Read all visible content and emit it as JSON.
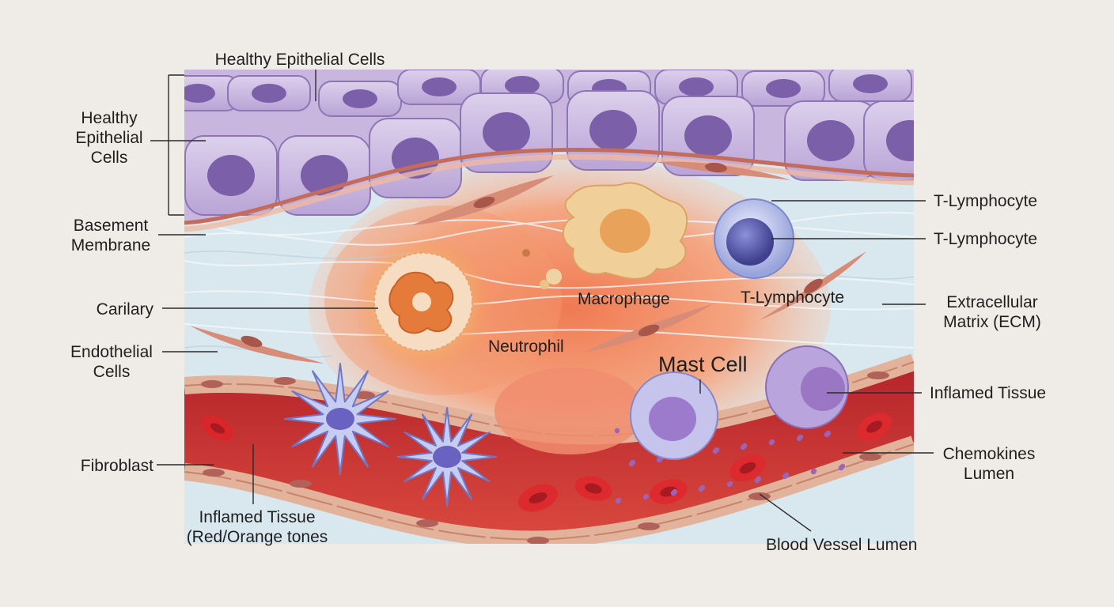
{
  "labels": {
    "top_epithelial": "Healthy Epithelial Cells",
    "left_epithelial": "Healthy\nEpithelial\nCells",
    "basement_membrane": "Basement\nMembrane",
    "carilary": "Carilary",
    "endothelial_cells": "Endothelial\nCells",
    "fibroblast": "Fibroblast",
    "inflamed_tissue_bottom": "Inflamed Tissue\n(Red/Orange tones",
    "neutrophil": "Neutrophil",
    "macrophage": "Macrophage",
    "t_lymphocyte_inner": "T-Lymphocyte",
    "mast_cell": "Mast Cell",
    "t_lymphocyte_1": "T-Lymphocyte",
    "t_lymphocyte_2": "T-Lymphocyte",
    "ecm": "Extracellular\nMatrix (ECM)",
    "inflamed_tissue_right": "Inflamed Tissue",
    "chemokines_lumen": "Chemokines\nLumen",
    "blood_vessel_lumen": "Blood Vessel Lumen"
  },
  "colors": {
    "epithelium": "#c7b4dc",
    "nucleus": "#7b5fa8",
    "ecm": "#d6e6ee",
    "inflamed": "#ef8c66",
    "vessel": "#c9322e",
    "rbc": "#d7282c",
    "endothelium": "#e2b49c",
    "lymphocyte": "#8d95d4",
    "neutrophil": "#f2a565",
    "macrophage": "#efc98c",
    "mast": "#a18ad0"
  }
}
